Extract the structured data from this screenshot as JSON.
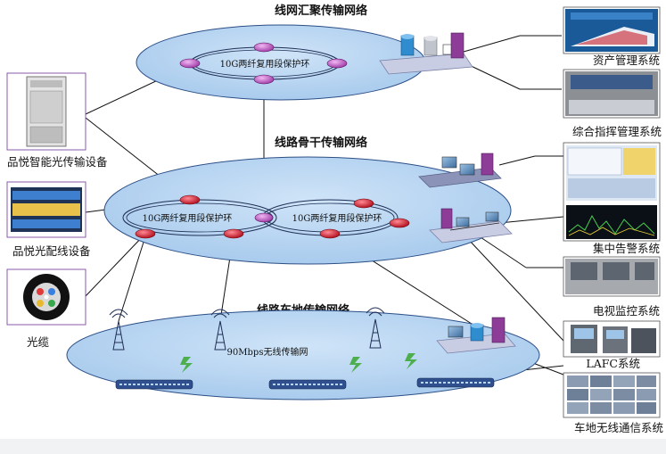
{
  "networks": {
    "top": {
      "title": "线网汇聚传输网络",
      "ring_label": "10G两纤复用段保护环"
    },
    "middle": {
      "title": "线路骨干传输网络",
      "ring_left_label": "10G两纤复用段保护环",
      "ring_right_label": "10G两纤复用段保护环"
    },
    "bottom": {
      "title": "线路车地传输网络",
      "wireless_label": "90Mbps无线传输网"
    }
  },
  "left_devices": [
    {
      "label": "品悦智能光传输设备"
    },
    {
      "label": "品悦光配线设备"
    },
    {
      "label": "光缆"
    }
  ],
  "right_systems": [
    {
      "label": "资产管理系统"
    },
    {
      "label": "综合指挥管理系统"
    },
    {
      "label": "集中告警系统"
    },
    {
      "label": "电视监控系统"
    },
    {
      "label": "LAFC系统"
    },
    {
      "label": "车地无线通信系统"
    }
  ],
  "colors": {
    "ellipse_fill": "#b9d6f2",
    "ellipse_stroke": "#2b4f86",
    "node_purple": "#c062c8",
    "node_red": "#d4233a",
    "platform": "#c8cde4"
  }
}
